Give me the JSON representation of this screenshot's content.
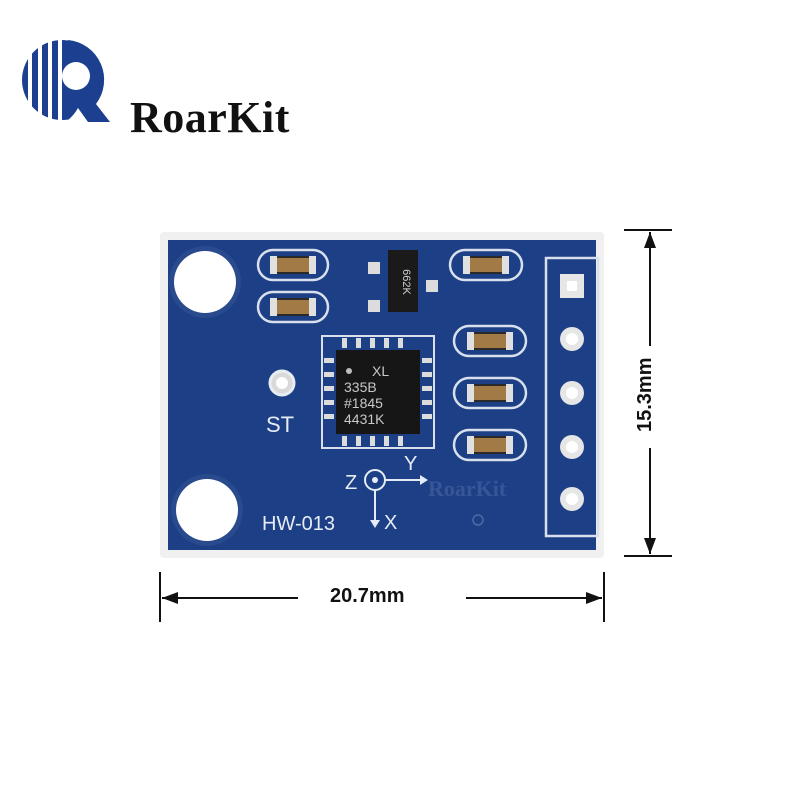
{
  "brand": {
    "name": "RoarKit"
  },
  "board": {
    "model_label": "HW-013",
    "st_label": "ST",
    "chip_lines": [
      "XL",
      "335B",
      "#1845",
      "4431K"
    ],
    "regulator_marking": "662K",
    "axis_labels": {
      "z": "Z",
      "y": "Y",
      "x": "X"
    },
    "watermark": "RoarKit",
    "pin_count": 5
  },
  "dimensions": {
    "width_label": "20.7mm",
    "height_label": "15.3mm"
  },
  "colors": {
    "pcb": "#1d3f86",
    "pcb_edge": "#f2f2f2",
    "silk": "#e6ecf5",
    "pad": "#e8e8e8",
    "chip": "#1a1a1a"
  }
}
